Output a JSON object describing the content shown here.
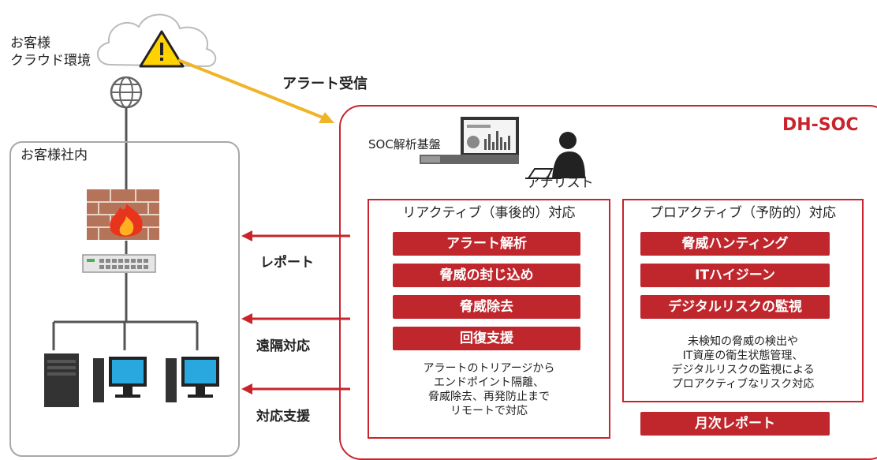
{
  "cloud": {
    "line1": "お客様",
    "line2": "クラウド環境"
  },
  "alert_receive": "アラート受信",
  "customer": {
    "title": "お客様社内"
  },
  "soc": {
    "title": "DH-SOC",
    "platform": "SOC解析基盤",
    "analyst": "アナリスト"
  },
  "reactive": {
    "title": "リアクティブ（事後的）対応",
    "buttons": [
      "アラート解析",
      "脅威の封じ込め",
      "脅威除去",
      "回復支援"
    ],
    "note": [
      "アラートのトリアージから",
      "エンドポイント隔離、",
      "脅威除去、再発防止まで",
      "リモートで対応"
    ]
  },
  "proactive": {
    "title": "プロアクティブ（予防的）対応",
    "buttons": [
      "脅威ハンティング",
      "ITハイジーン",
      "デジタルリスクの監視"
    ],
    "note": [
      "未検知の脅威の検出や",
      "IT資産の衛生状態管理、",
      "デジタルリスクの監視による",
      "プロアクティブなリスク対応"
    ]
  },
  "monthly_report": "月次レポート",
  "arrows": {
    "report": "レポート",
    "remote": "遠隔対応",
    "support": "対応支援"
  },
  "colors": {
    "accent": "#c9242b",
    "alert_arrow": "#f0b429",
    "line": "#555555"
  }
}
